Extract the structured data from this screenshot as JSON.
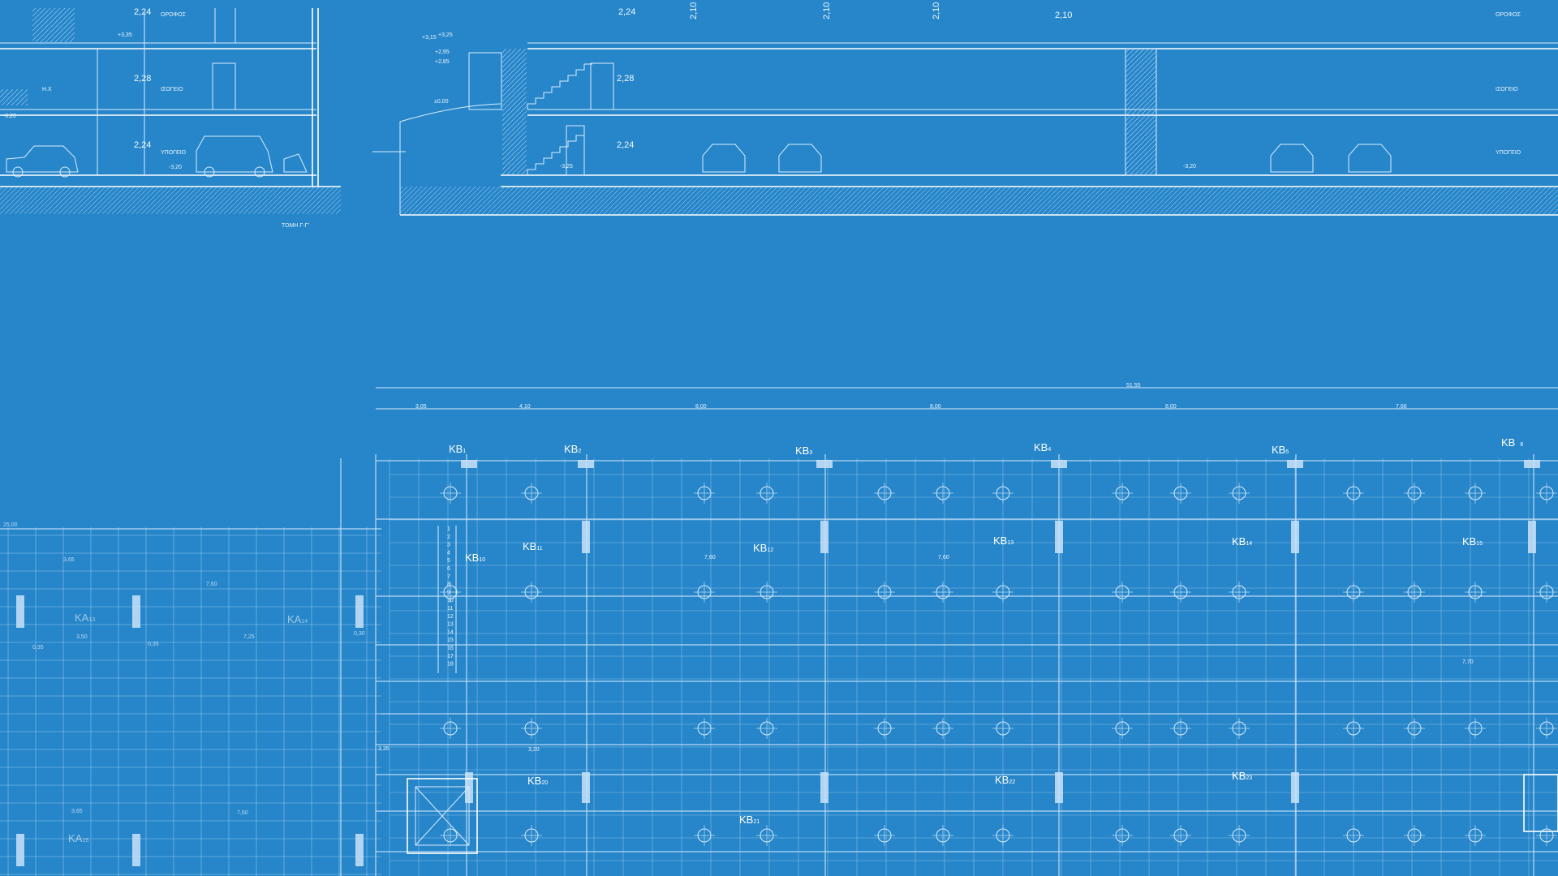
{
  "colors": {
    "background": "#2686c9",
    "line": "#d9ecff"
  },
  "section": {
    "left_levels": [
      {
        "h": "2,24",
        "label": "ΟΡΟΦΟΣ"
      },
      {
        "h": "2,28",
        "label": "ΙΣΟΓΕΙΟ"
      },
      {
        "h": "2,24",
        "label": "ΥΠΟΓΕΙΟ"
      }
    ],
    "left_room": "Η.Χ",
    "left_marks": [
      "+3,35",
      "-0,20",
      "-3,20"
    ],
    "caption": "ΤΟΜΗ Γ-Γ'",
    "right_heights": [
      "2,24",
      "2,10",
      "2,10",
      "2,10",
      "2,10",
      "2,28",
      "2,24"
    ],
    "right_marks": [
      "+3,15",
      "+3,25",
      "+2,95",
      "±0.00",
      "+2,85",
      "-3,25",
      "-3,20"
    ],
    "right_labels": {
      "roof": "ΟΡΟΦΟΣ",
      "ground": "ΙΣΟΓΕΙΟ",
      "basement": "ΥΠΟΓΕΙΟ"
    }
  },
  "plan": {
    "total_dim": "51,55",
    "top_dims": [
      "3,05",
      "4,10",
      "8,00",
      "8,00",
      "8,00",
      "7,66"
    ],
    "beams_top": [
      {
        "id": "KB",
        "n": "1"
      },
      {
        "id": "KB",
        "n": "2"
      },
      {
        "id": "KB",
        "n": "3"
      },
      {
        "id": "KB",
        "n": "4"
      },
      {
        "id": "KB",
        "n": "5"
      },
      {
        "id": "KB",
        "n": "6"
      }
    ],
    "beams_mid": [
      {
        "id": "KB",
        "n": "10"
      },
      {
        "id": "KB",
        "n": "11"
      },
      {
        "id": "KB",
        "n": "12"
      },
      {
        "id": "KB",
        "n": "13"
      },
      {
        "id": "KB",
        "n": "14"
      },
      {
        "id": "KB",
        "n": "15"
      }
    ],
    "beams_bottom": [
      {
        "id": "KB",
        "n": "20"
      },
      {
        "id": "KB",
        "n": "21"
      },
      {
        "id": "KB",
        "n": "22"
      },
      {
        "id": "KB",
        "n": "23"
      }
    ],
    "left_beams": [
      {
        "id": "KA",
        "n": "13"
      },
      {
        "id": "KA",
        "n": "14"
      },
      {
        "id": "KA",
        "n": "15"
      }
    ],
    "left_dims": [
      "25,00",
      "3,65",
      "7,60",
      "3,50",
      "7,25",
      "7,60",
      "0,35",
      "0,35",
      "0,30",
      "3,65"
    ],
    "span_dims": [
      "7,60",
      "7,60",
      "7,70",
      "3,20",
      "3,35"
    ],
    "stair_numbers": [
      "1",
      "2",
      "3",
      "4",
      "5",
      "6",
      "7",
      "8",
      "9",
      "10",
      "11",
      "12",
      "13",
      "14",
      "15",
      "16",
      "17",
      "18"
    ]
  }
}
